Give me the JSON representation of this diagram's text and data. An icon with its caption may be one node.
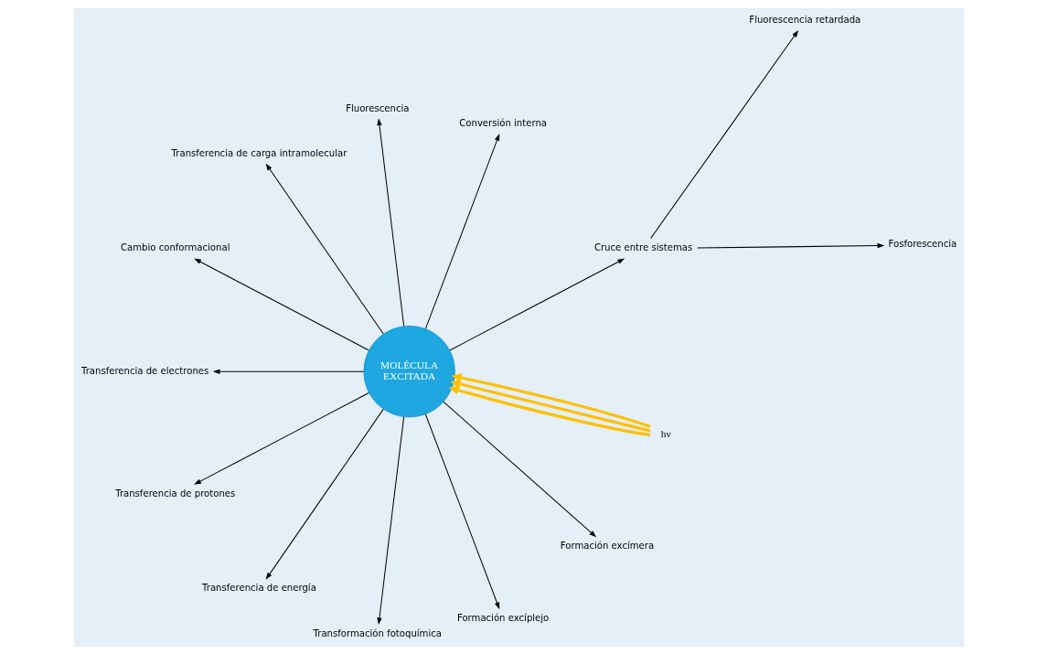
{
  "diagram": {
    "nodes": [
      {
        "text": [
          "MOLÉCULA EXCITADA"
        ]
      },
      {
        "text": [
          "hν"
        ]
      },
      {
        "text": [
          "Cruce entre sistemas"
        ]
      },
      {
        "text": [
          "Fosforescencia"
        ]
      },
      {
        "text": [
          "Fluorescencia retardada"
        ]
      },
      {
        "text": [
          "Conversión interna"
        ]
      },
      {
        "text": [
          "Fluorescencia"
        ]
      },
      {
        "text": [
          "Transferencia de carga intramolecular"
        ]
      },
      {
        "text": [
          "Cambio conformacional"
        ]
      },
      {
        "text": [
          "Transferencia de electrones"
        ]
      },
      {
        "text": [
          "Transferencia de protones"
        ]
      },
      {
        "text": [
          "Transferencia de energía"
        ]
      },
      {
        "text": [
          "Transformación fotoquímica"
        ]
      },
      {
        "text": [
          "Formación excíplejo"
        ]
      },
      {
        "text": [
          "Formación excímera"
        ]
      }
    ],
    "edges": [
      {
        "from": 1,
        "to": 0,
        "arrow": "to",
        "style": "thick",
        "color": "#ffc000"
      },
      {
        "from": 1,
        "to": 0,
        "arrow": "to",
        "style": "thick",
        "color": "#ffc000"
      },
      {
        "from": 1,
        "to": 0,
        "arrow": "to",
        "style": "thick",
        "color": "#ffc000"
      },
      {
        "from": 0,
        "to": 2,
        "arrow": "to"
      },
      {
        "from": 2,
        "to": 3,
        "arrow": "to"
      },
      {
        "from": 2,
        "to": 4,
        "arrow": "to"
      },
      {
        "from": 0,
        "to": 5,
        "arrow": "to"
      },
      {
        "from": 0,
        "to": 6,
        "arrow": "to"
      },
      {
        "from": 0,
        "to": 7,
        "arrow": "to"
      },
      {
        "from": 0,
        "to": 8,
        "arrow": "to"
      },
      {
        "from": 0,
        "to": 9,
        "arrow": "to"
      },
      {
        "from": 0,
        "to": 10,
        "arrow": "to"
      },
      {
        "from": 0,
        "to": 11,
        "arrow": "to"
      },
      {
        "from": 0,
        "to": 12,
        "arrow": "to"
      },
      {
        "from": 0,
        "to": 13,
        "arrow": "to"
      },
      {
        "from": 0,
        "to": 14,
        "arrow": "to"
      }
    ]
  }
}
